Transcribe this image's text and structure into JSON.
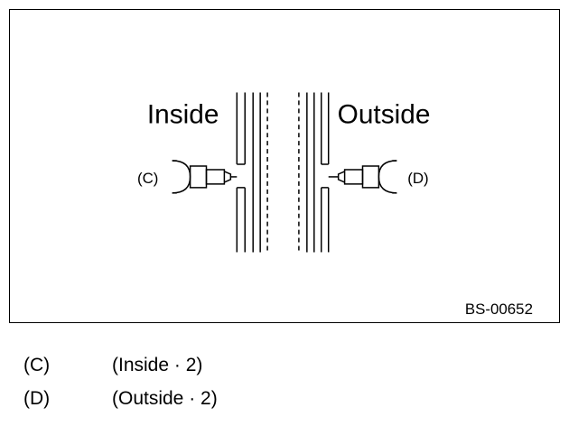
{
  "diagram": {
    "label_inside": "Inside",
    "label_outside": "Outside",
    "label_c": "(C)",
    "label_d": "(D)",
    "figure_id": "BS-00652"
  },
  "legend": [
    {
      "key": "(C)",
      "value": "(Inside · 2)"
    },
    {
      "key": "(D)",
      "value": "(Outside · 2)"
    }
  ]
}
